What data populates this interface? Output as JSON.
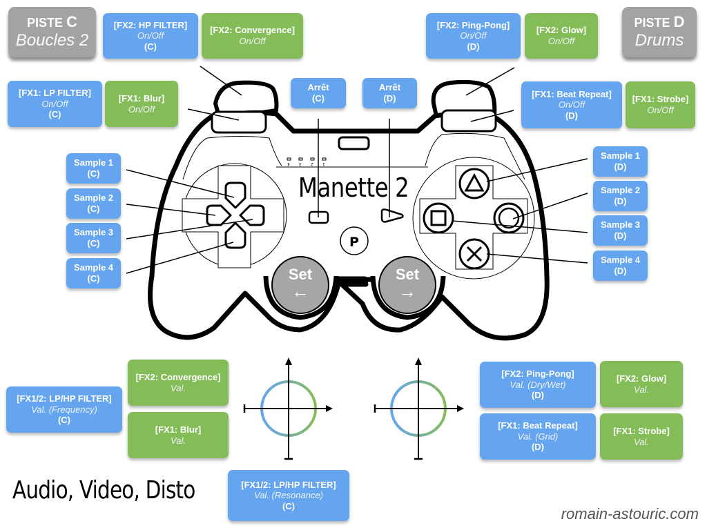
{
  "title": "Manette 2",
  "heading": "Audio, Video, Disto",
  "site": "romain-astouric.com",
  "colors": {
    "blue": "#65a5ef",
    "green": "#84bd58",
    "grey": "#a3a3a3"
  },
  "piste_c": {
    "label": "PISTE",
    "letter": "C",
    "name": "Boucles 2"
  },
  "piste_d": {
    "label": "PISTE",
    "letter": "D",
    "name": "Drums"
  },
  "top": {
    "fx2_hp": {
      "title": "[FX2: HP FILTER]",
      "sub": "On/Off",
      "track": "(C)"
    },
    "fx2_conv": {
      "title": "[FX2: Convergence]",
      "sub": "On/Off"
    },
    "fx2_ping": {
      "title": "[FX2: Ping-Pong]",
      "sub": "On/Off",
      "track": "(D)"
    },
    "fx2_glow": {
      "title": "[FX2: Glow]",
      "sub": "On/Off"
    },
    "fx1_lp": {
      "title": "[FX1: LP FILTER]",
      "sub": "On/Off",
      "track": "(C)"
    },
    "fx1_blur": {
      "title": "[FX1: Blur]",
      "sub": "On/Off"
    },
    "fx1_beat": {
      "title": "[FX1: Beat Repeat]",
      "sub": "On/Off",
      "track": "(D)"
    },
    "fx1_strobe": {
      "title": "[FX1: Strobe]",
      "sub": "On/Off"
    },
    "stop_c": {
      "title": "Arrêt",
      "track": "(C)"
    },
    "stop_d": {
      "title": "Arrêt",
      "track": "(D)"
    }
  },
  "samples_c": [
    {
      "title": "Sample 1",
      "track": "(C)"
    },
    {
      "title": "Sample 2",
      "track": "(C)"
    },
    {
      "title": "Sample 3",
      "track": "(C)"
    },
    {
      "title": "Sample 4",
      "track": "(C)"
    }
  ],
  "samples_d": [
    {
      "title": "Sample 1",
      "track": "(D)"
    },
    {
      "title": "Sample 2",
      "track": "(D)"
    },
    {
      "title": "Sample 3",
      "track": "(D)"
    },
    {
      "title": "Sample 4",
      "track": "(D)"
    }
  ],
  "set_left": {
    "label": "Set",
    "arrow": "←"
  },
  "set_right": {
    "label": "Set",
    "arrow": "→"
  },
  "led_labels": [
    "4",
    "3",
    "2",
    "1"
  ],
  "bottom": {
    "lphp_freq": {
      "title": "[FX1/2: LP/HP FILTER]",
      "sub": "Val. (Frequency)",
      "track": "(C)"
    },
    "conv_val": {
      "title": "[FX2: Convergence]",
      "sub": "Val."
    },
    "blur_val": {
      "title": "[FX1: Blur]",
      "sub": "Val."
    },
    "lphp_res": {
      "title": "[FX1/2: LP/HP FILTER]",
      "sub": "Val. (Resonance)",
      "track": "(C)"
    },
    "ping_val": {
      "title": "[FX2: Ping-Pong]",
      "sub": "Val. (Dry/Wet)",
      "track": "(D)"
    },
    "glow_val": {
      "title": "[FX2: Glow]",
      "sub": "Val."
    },
    "beat_val": {
      "title": "[FX1: Beat Repeat]",
      "sub": "Val. (Grid)",
      "track": "(D)"
    },
    "strobe_val": {
      "title": "[FX1: Strobe]",
      "sub": "Val."
    }
  }
}
